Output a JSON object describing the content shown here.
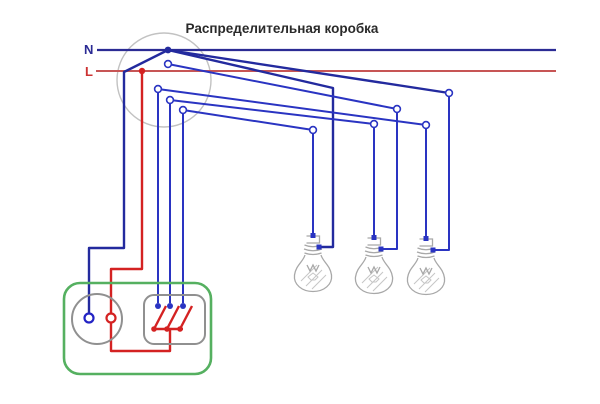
{
  "title": "Распределительная коробка",
  "legend": {
    "neutral": "N",
    "line": "L"
  },
  "colors": {
    "neutral_bus": "#2b2b94",
    "line_bus": "#c75555",
    "wire_blue": "#2a34c2",
    "wire_blue_dark": "#232a9e",
    "wire_red": "#d42222",
    "junction_circle": "#c2c2c2",
    "enclosure": "#55b060",
    "component_outline": "#909090",
    "bulb_sketch": "#a8a8a8",
    "title_text": "#2a2a2a"
  },
  "components": {
    "junction_box": "junction-box-circle",
    "lamps": [
      "lamp-1",
      "lamp-2",
      "lamp-3"
    ],
    "socket": "wall-socket",
    "switch": "triple-switch",
    "enclosure": "socket-switch-block"
  }
}
